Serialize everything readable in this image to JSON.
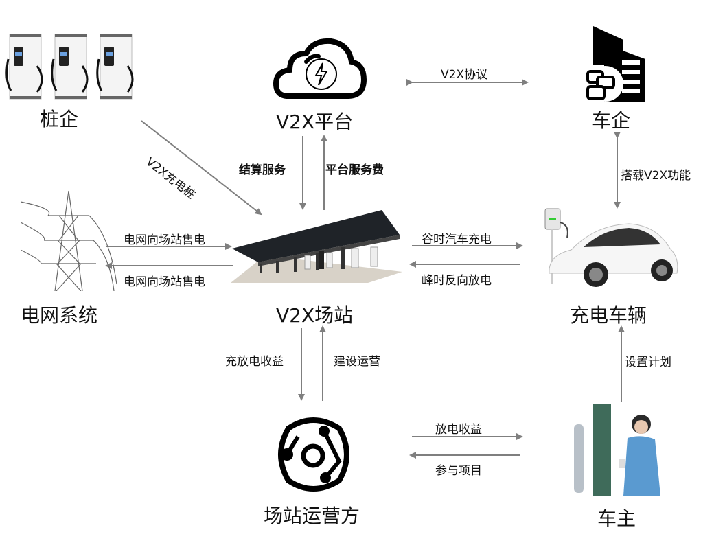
{
  "nodes": {
    "pile_company": "桩企",
    "v2x_platform": "V2X平台",
    "car_company": "车企",
    "power_grid": "电网系统",
    "v2x_station": "V2X场站",
    "charging_vehicle": "充电车辆",
    "station_operator": "场站运营方",
    "car_owner": "车主"
  },
  "edges": {
    "v2x_protocol": "V2X协议",
    "v2x_charging_pile": "V2X充电桩",
    "settlement_service": "结算服务",
    "platform_service_fee": "平台服务费",
    "v2x_function": "搭载V2X功能",
    "grid_sell_to_station": "电网向场站售电",
    "grid_sell_to_station_2": "电网向场站售电",
    "valley_charging": "谷时汽车充电",
    "peak_discharge": "峰时反向放电",
    "charge_discharge_revenue": "充放电收益",
    "build_operate": "建设运营",
    "set_plan": "设置计划",
    "discharge_revenue": "放电收益",
    "join_project": "参与项目"
  },
  "colors": {
    "arrow": "#7f7f7f",
    "text": "#111111"
  }
}
